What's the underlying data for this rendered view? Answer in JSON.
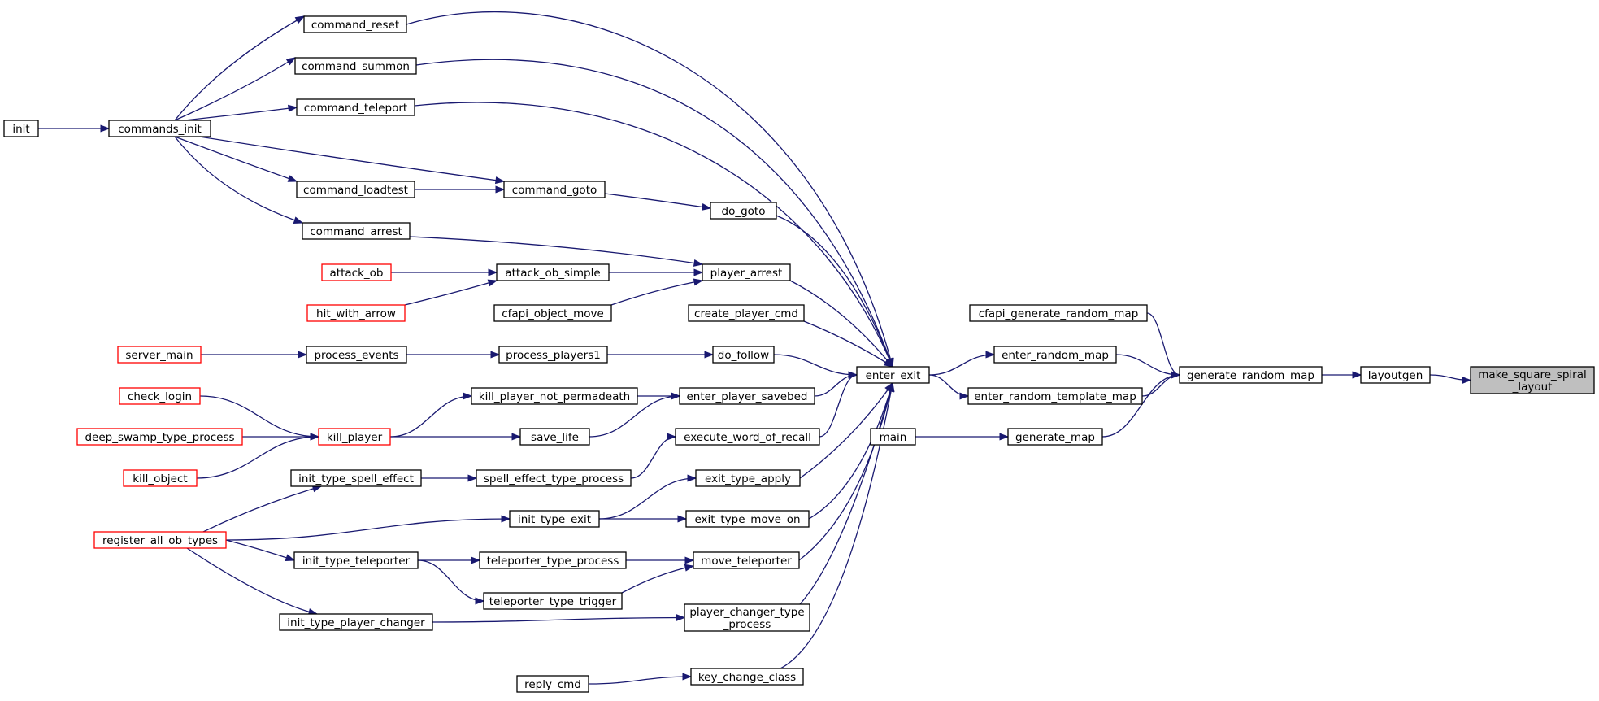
{
  "colors": {
    "edge": "#191970",
    "node_border": "#000000",
    "node_border_truncated": "#ff0000",
    "node_fill": "#ffffff",
    "focus_fill": "#bfbfbf"
  },
  "nodes": {
    "make_square_spiral_layout": {
      "lines": [
        "make_square_spiral",
        "_layout"
      ],
      "style": "focus"
    },
    "layoutgen": {
      "lines": [
        "layoutgen"
      ],
      "style": "normal"
    },
    "generate_random_map": {
      "lines": [
        "generate_random_map"
      ],
      "style": "normal"
    },
    "cfapi_generate_random_map": {
      "lines": [
        "cfapi_generate_random_map"
      ],
      "style": "normal"
    },
    "enter_random_map": {
      "lines": [
        "enter_random_map"
      ],
      "style": "normal"
    },
    "enter_random_template_map": {
      "lines": [
        "enter_random_template_map"
      ],
      "style": "normal"
    },
    "generate_map": {
      "lines": [
        "generate_map"
      ],
      "style": "normal"
    },
    "main": {
      "lines": [
        "main"
      ],
      "style": "normal"
    },
    "enter_exit": {
      "lines": [
        "enter_exit"
      ],
      "style": "normal"
    },
    "command_reset": {
      "lines": [
        "command_reset"
      ],
      "style": "normal"
    },
    "command_summon": {
      "lines": [
        "command_summon"
      ],
      "style": "normal"
    },
    "command_teleport": {
      "lines": [
        "command_teleport"
      ],
      "style": "normal"
    },
    "command_loadtest": {
      "lines": [
        "command_loadtest"
      ],
      "style": "normal"
    },
    "command_goto": {
      "lines": [
        "command_goto"
      ],
      "style": "normal"
    },
    "command_arrest": {
      "lines": [
        "command_arrest"
      ],
      "style": "normal"
    },
    "commands_init": {
      "lines": [
        "commands_init"
      ],
      "style": "normal"
    },
    "init": {
      "lines": [
        "init"
      ],
      "style": "normal"
    },
    "do_goto": {
      "lines": [
        "do_goto"
      ],
      "style": "normal"
    },
    "player_arrest": {
      "lines": [
        "player_arrest"
      ],
      "style": "normal"
    },
    "attack_ob": {
      "lines": [
        "attack_ob"
      ],
      "style": "truncated"
    },
    "attack_ob_simple": {
      "lines": [
        "attack_ob_simple"
      ],
      "style": "normal"
    },
    "hit_with_arrow": {
      "lines": [
        "hit_with_arrow"
      ],
      "style": "truncated"
    },
    "cfapi_object_move": {
      "lines": [
        "cfapi_object_move"
      ],
      "style": "normal"
    },
    "create_player_cmd": {
      "lines": [
        "create_player_cmd"
      ],
      "style": "normal"
    },
    "server_main": {
      "lines": [
        "server_main"
      ],
      "style": "truncated"
    },
    "process_events": {
      "lines": [
        "process_events"
      ],
      "style": "normal"
    },
    "process_players1": {
      "lines": [
        "process_players1"
      ],
      "style": "normal"
    },
    "do_follow": {
      "lines": [
        "do_follow"
      ],
      "style": "normal"
    },
    "check_login": {
      "lines": [
        "check_login"
      ],
      "style": "truncated"
    },
    "deep_swamp_type_process": {
      "lines": [
        "deep_swamp_type_process"
      ],
      "style": "truncated"
    },
    "kill_object": {
      "lines": [
        "kill_object"
      ],
      "style": "truncated"
    },
    "kill_player": {
      "lines": [
        "kill_player"
      ],
      "style": "truncated"
    },
    "kill_player_not_permadeath": {
      "lines": [
        "kill_player_not_permadeath"
      ],
      "style": "normal"
    },
    "save_life": {
      "lines": [
        "save_life"
      ],
      "style": "normal"
    },
    "enter_player_savebed": {
      "lines": [
        "enter_player_savebed"
      ],
      "style": "normal"
    },
    "execute_word_of_recall": {
      "lines": [
        "execute_word_of_recall"
      ],
      "style": "normal"
    },
    "register_all_ob_types": {
      "lines": [
        "register_all_ob_types"
      ],
      "style": "truncated"
    },
    "init_type_spell_effect": {
      "lines": [
        "init_type_spell_effect"
      ],
      "style": "normal"
    },
    "spell_effect_type_process": {
      "lines": [
        "spell_effect_type_process"
      ],
      "style": "normal"
    },
    "exit_type_apply": {
      "lines": [
        "exit_type_apply"
      ],
      "style": "normal"
    },
    "init_type_exit": {
      "lines": [
        "init_type_exit"
      ],
      "style": "normal"
    },
    "exit_type_move_on": {
      "lines": [
        "exit_type_move_on"
      ],
      "style": "normal"
    },
    "init_type_teleporter": {
      "lines": [
        "init_type_teleporter"
      ],
      "style": "normal"
    },
    "teleporter_type_process": {
      "lines": [
        "teleporter_type_process"
      ],
      "style": "normal"
    },
    "teleporter_type_trigger": {
      "lines": [
        "teleporter_type_trigger"
      ],
      "style": "normal"
    },
    "move_teleporter": {
      "lines": [
        "move_teleporter"
      ],
      "style": "normal"
    },
    "init_type_player_changer": {
      "lines": [
        "init_type_player_changer"
      ],
      "style": "normal"
    },
    "player_changer_type_process": {
      "lines": [
        "player_changer_type",
        "_process"
      ],
      "style": "normal"
    },
    "reply_cmd": {
      "lines": [
        "reply_cmd"
      ],
      "style": "normal"
    },
    "key_change_class": {
      "lines": [
        "key_change_class"
      ],
      "style": "normal"
    }
  },
  "edges": [
    [
      "layoutgen",
      "make_square_spiral_layout"
    ],
    [
      "generate_random_map",
      "layoutgen"
    ],
    [
      "cfapi_generate_random_map",
      "generate_random_map"
    ],
    [
      "enter_random_map",
      "generate_random_map"
    ],
    [
      "enter_random_template_map",
      "generate_random_map"
    ],
    [
      "generate_map",
      "generate_random_map"
    ],
    [
      "main",
      "generate_map"
    ],
    [
      "enter_exit",
      "enter_random_map"
    ],
    [
      "enter_exit",
      "enter_random_template_map"
    ],
    [
      "command_reset",
      "enter_exit"
    ],
    [
      "command_summon",
      "enter_exit"
    ],
    [
      "command_teleport",
      "enter_exit"
    ],
    [
      "do_goto",
      "enter_exit"
    ],
    [
      "player_arrest",
      "enter_exit"
    ],
    [
      "create_player_cmd",
      "enter_exit"
    ],
    [
      "do_follow",
      "enter_exit"
    ],
    [
      "enter_player_savebed",
      "enter_exit"
    ],
    [
      "execute_word_of_recall",
      "enter_exit"
    ],
    [
      "exit_type_apply",
      "enter_exit"
    ],
    [
      "exit_type_move_on",
      "enter_exit"
    ],
    [
      "move_teleporter",
      "enter_exit"
    ],
    [
      "player_changer_type_process",
      "enter_exit"
    ],
    [
      "key_change_class",
      "enter_exit"
    ],
    [
      "commands_init",
      "command_reset"
    ],
    [
      "commands_init",
      "command_summon"
    ],
    [
      "commands_init",
      "command_teleport"
    ],
    [
      "commands_init",
      "command_loadtest"
    ],
    [
      "commands_init",
      "command_goto"
    ],
    [
      "commands_init",
      "command_arrest"
    ],
    [
      "init",
      "commands_init"
    ],
    [
      "command_loadtest",
      "command_goto"
    ],
    [
      "command_goto",
      "do_goto"
    ],
    [
      "command_arrest",
      "player_arrest"
    ],
    [
      "attack_ob_simple",
      "player_arrest"
    ],
    [
      "cfapi_object_move",
      "player_arrest"
    ],
    [
      "attack_ob",
      "attack_ob_simple"
    ],
    [
      "hit_with_arrow",
      "attack_ob_simple"
    ],
    [
      "server_main",
      "process_events"
    ],
    [
      "process_events",
      "process_players1"
    ],
    [
      "process_players1",
      "do_follow"
    ],
    [
      "check_login",
      "kill_player"
    ],
    [
      "deep_swamp_type_process",
      "kill_player"
    ],
    [
      "kill_object",
      "kill_player"
    ],
    [
      "kill_player",
      "kill_player_not_permadeath"
    ],
    [
      "kill_player",
      "save_life"
    ],
    [
      "kill_player_not_permadeath",
      "enter_player_savebed"
    ],
    [
      "save_life",
      "enter_player_savebed"
    ],
    [
      "spell_effect_type_process",
      "execute_word_of_recall"
    ],
    [
      "init_type_spell_effect",
      "spell_effect_type_process"
    ],
    [
      "register_all_ob_types",
      "init_type_spell_effect"
    ],
    [
      "register_all_ob_types",
      "init_type_exit"
    ],
    [
      "register_all_ob_types",
      "init_type_teleporter"
    ],
    [
      "register_all_ob_types",
      "init_type_player_changer"
    ],
    [
      "init_type_exit",
      "exit_type_apply"
    ],
    [
      "init_type_exit",
      "exit_type_move_on"
    ],
    [
      "init_type_teleporter",
      "teleporter_type_process"
    ],
    [
      "init_type_teleporter",
      "teleporter_type_trigger"
    ],
    [
      "teleporter_type_process",
      "move_teleporter"
    ],
    [
      "teleporter_type_trigger",
      "move_teleporter"
    ],
    [
      "init_type_player_changer",
      "player_changer_type_process"
    ],
    [
      "reply_cmd",
      "key_change_class"
    ]
  ]
}
